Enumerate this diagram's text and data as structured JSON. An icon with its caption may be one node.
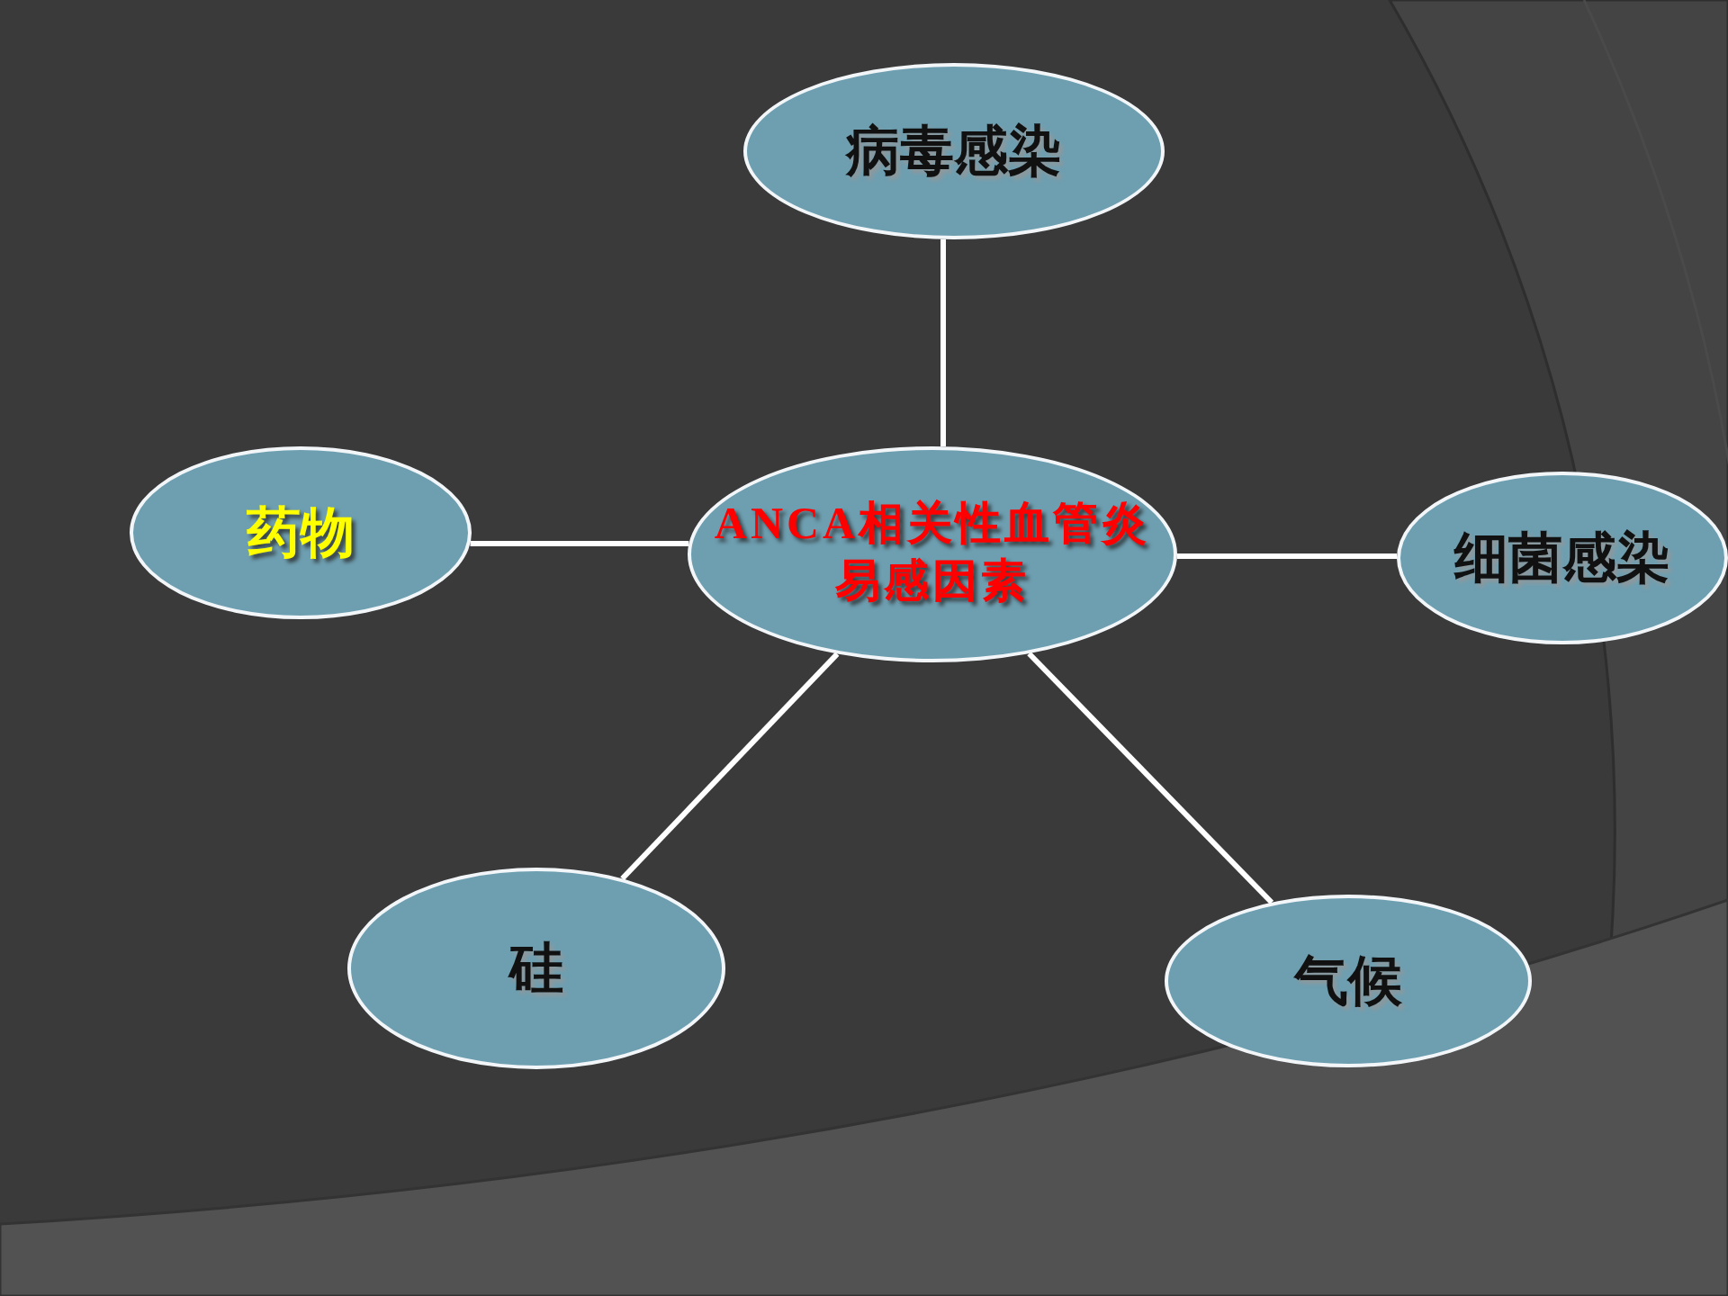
{
  "diagram": {
    "nodes": [
      {
        "text": [
          "病毒感染"
        ]
      },
      {
        "text": [
          "药物"
        ]
      },
      {
        "text": [
          "ANCA相关性血管炎易感因素"
        ]
      },
      {
        "text": [
          "细菌感染"
        ]
      },
      {
        "text": [
          "硅"
        ]
      },
      {
        "text": [
          "气候"
        ]
      }
    ],
    "edges": [
      {
        "from": 2,
        "to": 0,
        "arrow": "none"
      },
      {
        "from": 2,
        "to": 1,
        "arrow": "none"
      },
      {
        "from": 2,
        "to": 3,
        "arrow": "none"
      },
      {
        "from": 2,
        "to": 4,
        "arrow": "none"
      },
      {
        "from": 2,
        "to": 5,
        "arrow": "none"
      }
    ]
  }
}
